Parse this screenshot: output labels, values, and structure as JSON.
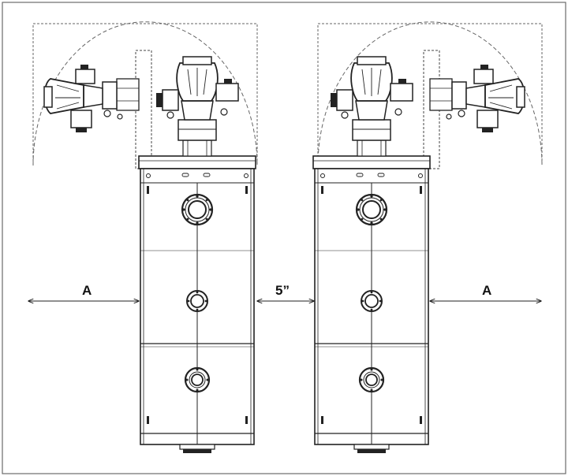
{
  "diagram": {
    "dimension_left": "A",
    "dimension_center": "5”",
    "dimension_right": "A"
  }
}
